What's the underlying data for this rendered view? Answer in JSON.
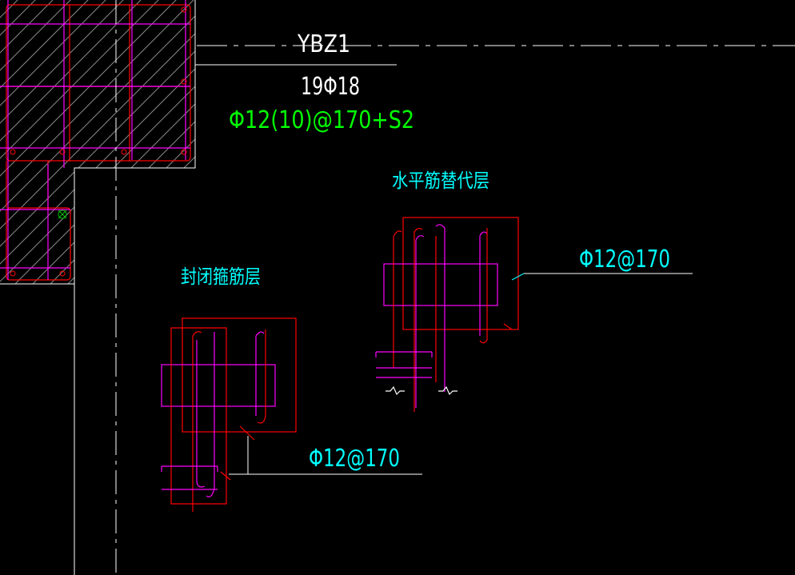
{
  "labels": {
    "column_id": "YBZ1",
    "longitudinal_bars": "19Φ18",
    "stirrup_spec": "Φ12(10)@170+S2",
    "horizontal_substitute_layer": "水平筋替代层",
    "closed_stirrup_layer": "封闭箍筋层",
    "right_detail_callout": "Φ12@170",
    "left_detail_callout": "Φ12@170"
  },
  "colors": {
    "background": "#000000",
    "white_line": "#ffffff",
    "hatch_gray": "#8a8a8a",
    "magenta": "#ff00ff",
    "red": "#ff0000",
    "green_text": "#00ff00",
    "cyan_text": "#00ffff",
    "marker_green": "#00c000"
  }
}
